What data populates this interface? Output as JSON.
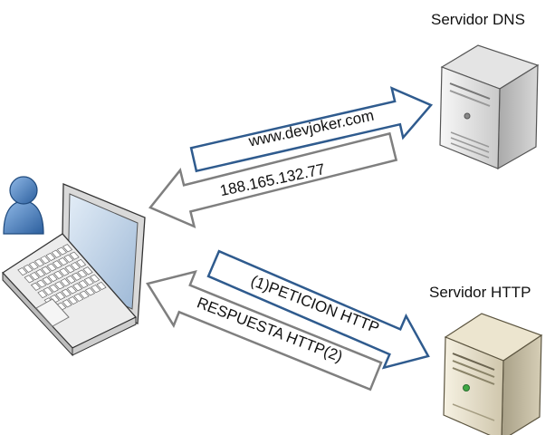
{
  "nodes": {
    "dns_server": {
      "label": "Servidor DNS"
    },
    "http_server": {
      "label": "Servidor HTTP"
    }
  },
  "arrows": {
    "dns_request": {
      "label": "www.devjoker.com",
      "color": "#2f5b8e"
    },
    "dns_response": {
      "label": "188.165.132.77",
      "color": "#7f7f7f"
    },
    "http_request": {
      "label": "(1)PETICION HTTP",
      "color": "#2f5b8e"
    },
    "http_response": {
      "label": "RESPUESTA HTTP(2)",
      "color": "#7f7f7f"
    }
  },
  "icons": {
    "user": "user-icon",
    "laptop": "laptop-icon",
    "dns_server": "server-icon",
    "http_server": "server-icon"
  }
}
